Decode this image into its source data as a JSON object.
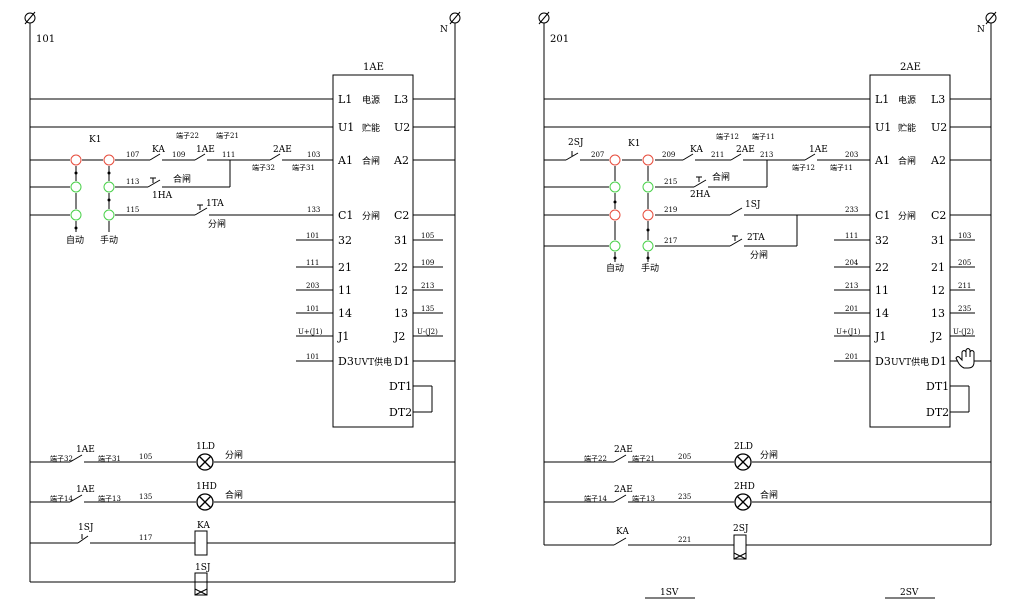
{
  "left": {
    "phase_label": "101",
    "neutral_label": "N",
    "breaker_name": "1AE",
    "rows": [
      {
        "l": "L1",
        "m": "电源",
        "r": "L3"
      },
      {
        "l": "U1",
        "m": "贮能",
        "r": "U2"
      },
      {
        "l": "A1",
        "m": "合闸",
        "r": "A2"
      },
      {
        "l": "C1",
        "m": "分闸",
        "r": "C2"
      },
      {
        "l": "32",
        "m": "",
        "r": "31"
      },
      {
        "l": "21",
        "m": "",
        "r": "22"
      },
      {
        "l": "11",
        "m": "",
        "r": "12"
      },
      {
        "l": "14",
        "m": "",
        "r": "13"
      },
      {
        "l": "J1",
        "m": "",
        "r": "J2"
      },
      {
        "l": "D3",
        "m": "UVT供电",
        "r": "D1"
      },
      {
        "l": "",
        "m": "",
        "r": "DT1"
      },
      {
        "l": "",
        "m": "",
        "r": "DT2"
      }
    ],
    "in_wires": [
      "101",
      "111",
      "203",
      "101",
      "U+(J1)",
      "101"
    ],
    "out_wires": [
      "105",
      "109",
      "213",
      "135",
      "U-(J2)"
    ],
    "k1": "K1",
    "auto": "自动",
    "manual": "手动",
    "nodes": [
      "107",
      "109",
      "111",
      "113",
      "115",
      "133",
      "103"
    ],
    "contacts": {
      "ka": "KA",
      "ae1": "1AE",
      "ae2": "2AE",
      "t22": "端子22",
      "t21": "端子21",
      "t32": "端子32",
      "t31": "端子31",
      "ha": "1HA",
      "ha_text": "合闸",
      "ta": "1TA",
      "ta_text": "分闸"
    },
    "bottom": [
      {
        "contact": "1AE",
        "ta": "端子32",
        "tb": "端子31",
        "wire": "105",
        "lamp": "1LD",
        "text": "分闸"
      },
      {
        "contact": "1AE",
        "ta": "端子14",
        "tb": "端子13",
        "wire": "135",
        "lamp": "1HD",
        "text": "合闸"
      }
    ],
    "sj_contact": "1SJ",
    "wire117": "117",
    "ka_coil": "KA",
    "sj_coil": "1SJ"
  },
  "right": {
    "phase_label": "201",
    "neutral_label": "N",
    "breaker_name": "2AE",
    "rows": [
      {
        "l": "L1",
        "m": "电源",
        "r": "L3"
      },
      {
        "l": "U1",
        "m": "贮能",
        "r": "U2"
      },
      {
        "l": "A1",
        "m": "合闸",
        "r": "A2"
      },
      {
        "l": "C1",
        "m": "分闸",
        "r": "C2"
      },
      {
        "l": "32",
        "m": "",
        "r": "31"
      },
      {
        "l": "22",
        "m": "",
        "r": "21"
      },
      {
        "l": "11",
        "m": "",
        "r": "12"
      },
      {
        "l": "14",
        "m": "",
        "r": "13"
      },
      {
        "l": "J1",
        "m": "",
        "r": "J2"
      },
      {
        "l": "D3",
        "m": "UVT供电",
        "r": "D1"
      },
      {
        "l": "",
        "m": "",
        "r": "DT1"
      },
      {
        "l": "",
        "m": "",
        "r": "DT2"
      }
    ],
    "in_wires": [
      "111",
      "204",
      "213",
      "201",
      "U+(J1)",
      "201"
    ],
    "out_wires": [
      "103",
      "205",
      "211",
      "235",
      "U-(J2)"
    ],
    "k1": "K1",
    "auto": "自动",
    "manual": "手动",
    "sj2": "2SJ",
    "nodes": [
      "207",
      "209",
      "211",
      "213",
      "215",
      "219",
      "217",
      "233",
      "203"
    ],
    "contacts": {
      "ka": "KA",
      "ae2": "2AE",
      "ae1": "1AE",
      "t12": "端子12",
      "t11": "端子11",
      "t12b": "端子12",
      "t11b": "端子11",
      "ha": "2HA",
      "ha_text": "合闸",
      "sj1": "1SJ",
      "ta": "2TA",
      "ta_text": "分闸"
    },
    "bottom": [
      {
        "contact": "2AE",
        "ta": "端子22",
        "tb": "端子21",
        "wire": "205",
        "lamp": "2LD",
        "text": "分闸"
      },
      {
        "contact": "2AE",
        "ta": "端子14",
        "tb": "端子13",
        "wire": "235",
        "lamp": "2HD",
        "text": "合闸"
      }
    ],
    "ka_contact": "KA",
    "wire221": "221",
    "sj_coil": "2SJ"
  },
  "footer": {
    "sv1": "1SV",
    "sv2": "2SV"
  },
  "colors": {
    "red": "#e74c3c",
    "green": "#4ad14a",
    "line": "#000000"
  }
}
